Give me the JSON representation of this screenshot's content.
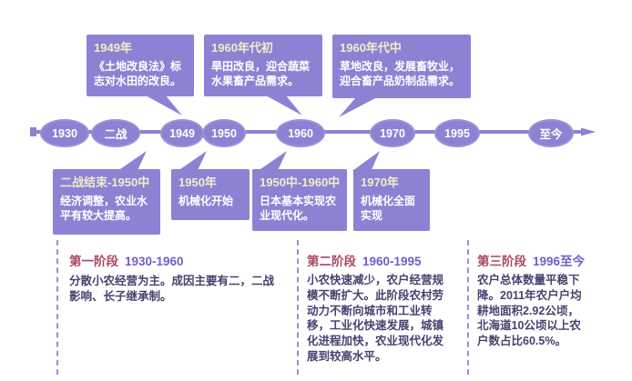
{
  "colors": {
    "box_purple": "#8c82d4",
    "box_title_cream": "#f3ecc9",
    "box_body_white": "#ffffff",
    "stage_label_red": "#a84a62",
    "stage_years_purple": "#6f5fc8",
    "stage_body_indigo": "#45436f",
    "dashed_divider": "#9a90da"
  },
  "top_callouts": [
    {
      "title": "1949年",
      "body": "《土地改良法》标志对水田的改良。"
    },
    {
      "title": "1960年代初",
      "body": "旱田改良，迎合蔬菜水果畜产品需求。"
    },
    {
      "title": "1960年代中",
      "body": "草地改良，发展畜牧业，迎合畜产品奶制品需求。"
    }
  ],
  "timeline": {
    "nodes": [
      {
        "label": "1930"
      },
      {
        "label": "二战"
      },
      {
        "label": "1949"
      },
      {
        "label": "1950"
      },
      {
        "label": "1960"
      },
      {
        "label": "1970"
      },
      {
        "label": "1995"
      },
      {
        "label": "至今"
      }
    ]
  },
  "bottom_callouts": [
    {
      "title": "二战结束-1950中",
      "body": "经济调整，农业水平有较大提高。"
    },
    {
      "title": "1950年",
      "body": "机械化开始"
    },
    {
      "title": "1950中-1960中",
      "body": "日本基本实现农业现代化。"
    },
    {
      "title": "1970年",
      "body": "机械化全面实现"
    }
  ],
  "stages": [
    {
      "label": "第一阶段",
      "years": "1930-1960",
      "body": "分散小农经营为主。成因主要有二，二战影响、长子继承制。"
    },
    {
      "label": "第二阶段",
      "years": "1960-1995",
      "body": "小农快速减少，农户经营规模不断扩大。此阶段农村劳动力不断向城市和工业转移，工业化快速发展，城镇化进程加快，农业现代化发展到较高水平。"
    },
    {
      "label": "第三阶段",
      "years": "1996至今",
      "body": "农户总体数量平稳下降。2011年农户户均耕地面积2.92公顷，北海道10公顷以上农户数占比60.5%。"
    }
  ]
}
